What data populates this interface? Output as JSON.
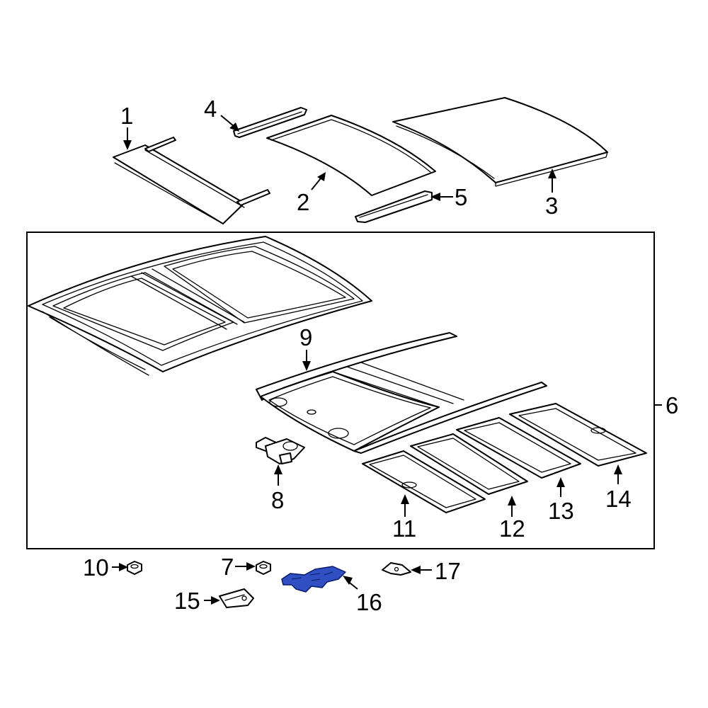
{
  "diagram": {
    "highlight_color": "#2f4fc2",
    "line_color": "#000000",
    "background": "#ffffff",
    "callouts": [
      "1",
      "2",
      "3",
      "4",
      "5",
      "6",
      "7",
      "8",
      "9",
      "10",
      "11",
      "12",
      "13",
      "14",
      "15",
      "16",
      "17"
    ]
  }
}
